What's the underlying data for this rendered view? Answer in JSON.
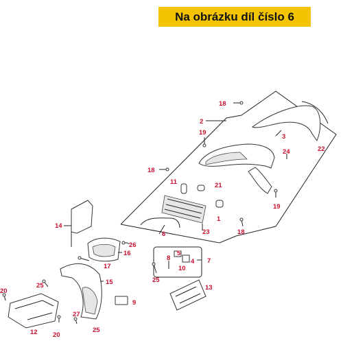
{
  "banner": {
    "text": "Na obrázku díl číslo 6"
  },
  "callouts": [
    "1",
    "2",
    "3",
    "4",
    "5",
    "6",
    "7",
    "8",
    "9",
    "10",
    "11",
    "12",
    "13",
    "14",
    "15",
    "16",
    "17",
    "18",
    "18",
    "18",
    "19",
    "19",
    "20",
    "20",
    "21",
    "22",
    "23",
    "24",
    "25",
    "25",
    "25",
    "26",
    "27"
  ]
}
